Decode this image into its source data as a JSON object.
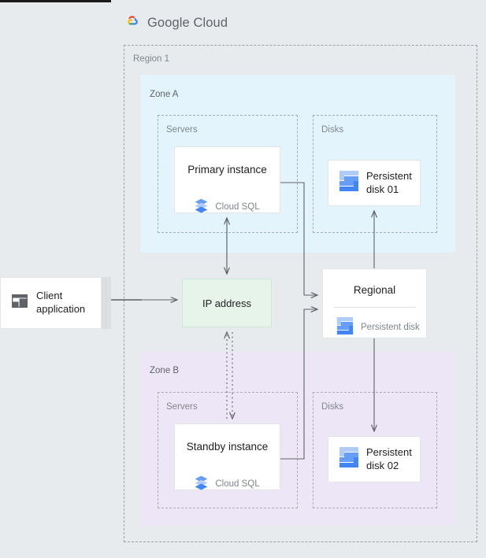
{
  "brand": {
    "logo_icon": "google-cloud-logo-icon",
    "name_bold": "Google",
    "name_light": "Cloud",
    "colors": {
      "google_blue": "#4285f4",
      "google_red": "#ea4335",
      "google_yellow": "#fbbc04",
      "google_green": "#34a853",
      "text_gray": "#5f6368"
    }
  },
  "diagram": {
    "type": "architecture",
    "page_background": "#e8ebed",
    "region": {
      "label": "Region 1",
      "border_style": "dashed",
      "border_color": "#9aa0a6"
    },
    "zones": [
      {
        "id": "zone-a",
        "label": "Zone A",
        "background": "#e3f4fd",
        "groups": [
          {
            "id": "servers-a",
            "label": "Servers"
          },
          {
            "id": "disks-a",
            "label": "Disks"
          }
        ]
      },
      {
        "id": "zone-b",
        "label": "Zone B",
        "background": "#ede6f6",
        "groups": [
          {
            "id": "servers-b",
            "label": "Servers"
          },
          {
            "id": "disks-b",
            "label": "Disks"
          }
        ]
      }
    ],
    "nodes": {
      "client": {
        "label_line1": "Client",
        "label_line2": "application",
        "icon": "browser-window-icon"
      },
      "ip_address": {
        "label": "IP address",
        "background": "#e6f4ea",
        "border": "#cfe7d6"
      },
      "primary_instance": {
        "title": "Primary instance",
        "service": "Cloud SQL",
        "icon": "cloud-sql-icon"
      },
      "standby_instance": {
        "title": "Standby instance",
        "service": "Cloud SQL",
        "icon": "cloud-sql-icon"
      },
      "persistent_disk_01": {
        "label_line1": "Persistent",
        "label_line2": "disk 01",
        "icon": "persistent-disk-icon"
      },
      "persistent_disk_02": {
        "label_line1": "Persistent",
        "label_line2": "disk 02",
        "icon": "persistent-disk-icon"
      },
      "regional_disk": {
        "title": "Regional",
        "service": "Persistent disk",
        "icon": "persistent-disk-icon"
      }
    },
    "connections": [
      {
        "from": "client",
        "to": "ip_address",
        "style": "solid",
        "arrows": "both"
      },
      {
        "from": "ip_address",
        "to": "primary_instance",
        "style": "solid",
        "arrows": "both"
      },
      {
        "from": "ip_address",
        "to": "standby_instance",
        "style": "dotted",
        "arrows": "both"
      },
      {
        "from": "primary_instance",
        "to": "regional_disk",
        "style": "solid",
        "arrows": "to"
      },
      {
        "from": "standby_instance",
        "to": "regional_disk",
        "style": "solid",
        "arrows": "to"
      },
      {
        "from": "regional_disk",
        "to": "persistent_disk_01",
        "style": "solid",
        "arrows": "to"
      },
      {
        "from": "regional_disk",
        "to": "persistent_disk_02",
        "style": "solid",
        "arrows": "to"
      }
    ],
    "connector_color": "#5f6368"
  }
}
